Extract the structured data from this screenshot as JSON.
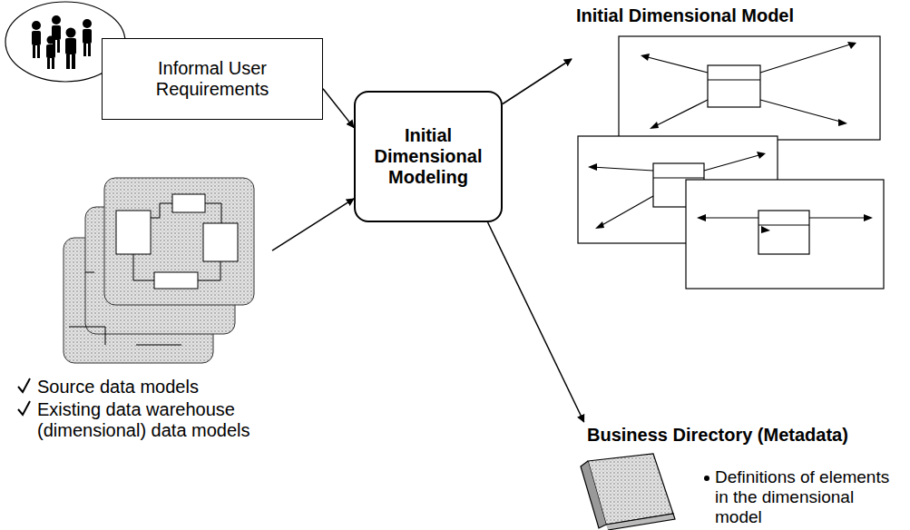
{
  "diagram": {
    "nodes": [
      {
        "text": [
          "Informal User Requirements"
        ]
      },
      {
        "text": [
          "Source data models",
          "Existing data warehouse (dimensional) data models"
        ]
      },
      {
        "text": [
          "Initial Dimensional Modeling"
        ]
      },
      {
        "text": [
          "Initial Dimensional Model"
        ]
      },
      {
        "text": [
          "Business Directory (Metadata)",
          "Definitions of elements in the dimensional model"
        ]
      }
    ],
    "edges": [
      {
        "from": 0,
        "to": 2,
        "arrow": "to"
      },
      {
        "from": 1,
        "to": 2,
        "arrow": "to"
      },
      {
        "from": 2,
        "to": 3,
        "arrow": "to"
      },
      {
        "from": 2,
        "to": 4,
        "arrow": "to"
      }
    ]
  }
}
